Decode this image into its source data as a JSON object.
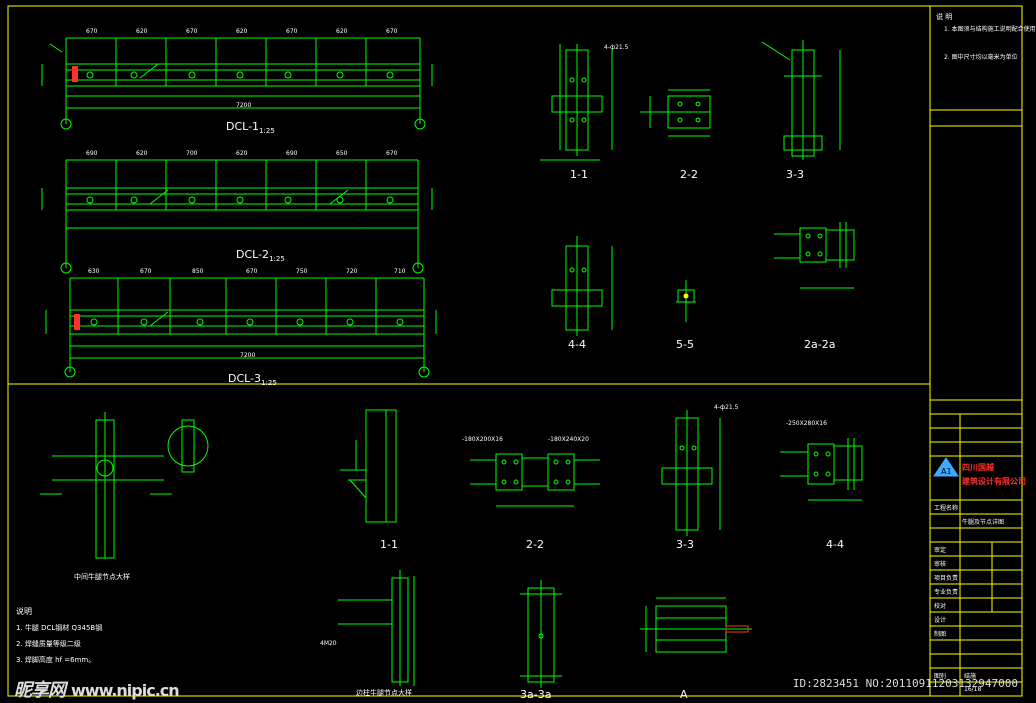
{
  "sheet": {
    "background": "#000000",
    "line_color": "#00ff00",
    "border_color": "#ffff00",
    "text_color": "#ffffff"
  },
  "beams": [
    {
      "label": "DCL-1",
      "scale": "1:25",
      "total": "7200",
      "segs": [
        "670",
        "620",
        "670",
        "620",
        "670",
        "620",
        "670"
      ]
    },
    {
      "label": "DCL-2",
      "scale": "1:25",
      "total": "",
      "segs": [
        "690",
        "620",
        "700",
        "620",
        "690",
        "650",
        "670"
      ]
    },
    {
      "label": "DCL-3",
      "scale": "1:25",
      "total": "7200",
      "segs": [
        "630",
        "670",
        "850",
        "670",
        "750",
        "720",
        "710"
      ]
    }
  ],
  "sections_top": [
    "1-1",
    "2-2",
    "3-3",
    "4-4",
    "5-5",
    "2a-2a"
  ],
  "sections_bottom": [
    "1-1",
    "2-2",
    "3-3",
    "4-4",
    "3a-3a",
    "A"
  ],
  "callouts": {
    "bolts": "4-ф21.5",
    "plate_a": "-180X200X16",
    "plate_b": "-180X240X20",
    "plate_c": "-250X280X16",
    "bolt_b": "4M20"
  },
  "detail_titles": {
    "mid": "中间牛腿节点大样",
    "side": "边柱牛腿节点大样"
  },
  "notes": {
    "title": "说明",
    "items": [
      "1. 牛腿 DCL钢材 Q345B钢",
      "2. 焊缝质量等级二级",
      "3. 焊脚高度 hf =6mm。"
    ]
  },
  "titleblock": {
    "notes_header": "说 明",
    "notes_line1": "1. 本图须与结构施工说明配合使用",
    "notes_line2": "2. 图中尺寸均以毫米为单位",
    "company_line1": "四川国越",
    "company_line2": "建筑设计有限公司",
    "project_label": "工程名称",
    "drawing_name": "牛腿及节点详图",
    "sheet_label": "图别",
    "sheet_value": "结施",
    "sheet_no": "16/18",
    "rows": [
      "审定",
      "审核",
      "项目负责",
      "专业负责",
      "校对",
      "设计",
      "制图"
    ]
  },
  "watermark": {
    "left": "昵享网",
    "site": "www.nipic.cn",
    "right": "ID:2823451 NO:20110911203132947000"
  }
}
